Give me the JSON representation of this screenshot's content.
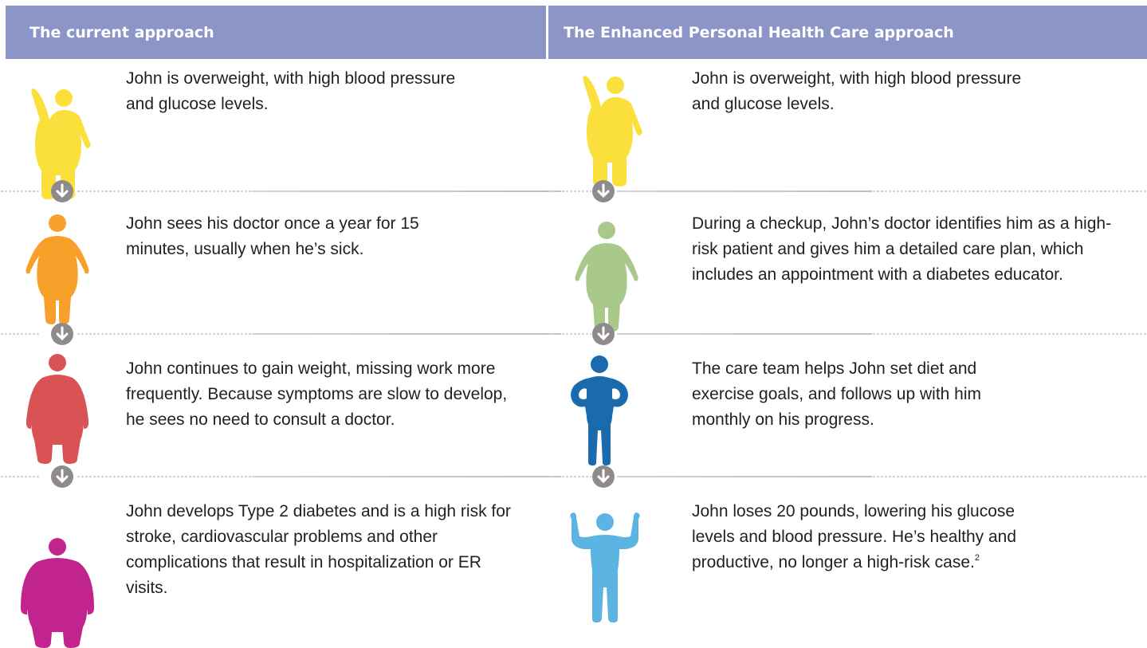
{
  "headers": {
    "left": "The current approach",
    "right": "The Enhanced Personal Health Care approach"
  },
  "colors": {
    "header_bg": "#8c95c8",
    "yellow": "#fbdf3c",
    "orange": "#f7a12a",
    "red": "#d95355",
    "magenta": "#c2248d",
    "green": "#a8c98a",
    "dark_blue": "#1c6aae",
    "light_blue": "#5bb4e2"
  },
  "current": [
    {
      "figure": "overweight-person-waving",
      "color": "yellow",
      "text": "John is overweight, with high blood pressure and glucose levels."
    },
    {
      "figure": "overweight-person",
      "color": "orange",
      "text": "John sees his doctor once a year for 15 minutes, usually when he’s sick."
    },
    {
      "figure": "obese-person",
      "color": "red",
      "text": "John continues to gain weight, missing work more frequently. Because symptoms are slow to develop, he sees no need to consult a doctor."
    },
    {
      "figure": "obese-person-sick",
      "color": "magenta",
      "text": "John develops Type 2 diabetes and is a high risk for stroke, cardiovascular problems and other complications that result in hospitalization or ER visits."
    }
  ],
  "enhanced": [
    {
      "figure": "overweight-person-waving",
      "color": "yellow",
      "text": "John is overweight, with high blood pressure and glucose levels."
    },
    {
      "figure": "overweight-person",
      "color": "green",
      "text": "During a checkup, John’s doctor identifies him as a high-risk patient and gives him a detailed care plan, which includes an appointment with a diabetes educator."
    },
    {
      "figure": "person-hands-on-hips",
      "color": "dark_blue",
      "text": "The care team helps John set diet and exercise goals, and follows up with him monthly on his progress."
    },
    {
      "figure": "person-flexing",
      "color": "light_blue",
      "text": "John loses 20 pounds, lowering his glucose levels and blood pressure. He’s healthy and productive, no longer a high-risk case.",
      "footnote": "2"
    }
  ]
}
